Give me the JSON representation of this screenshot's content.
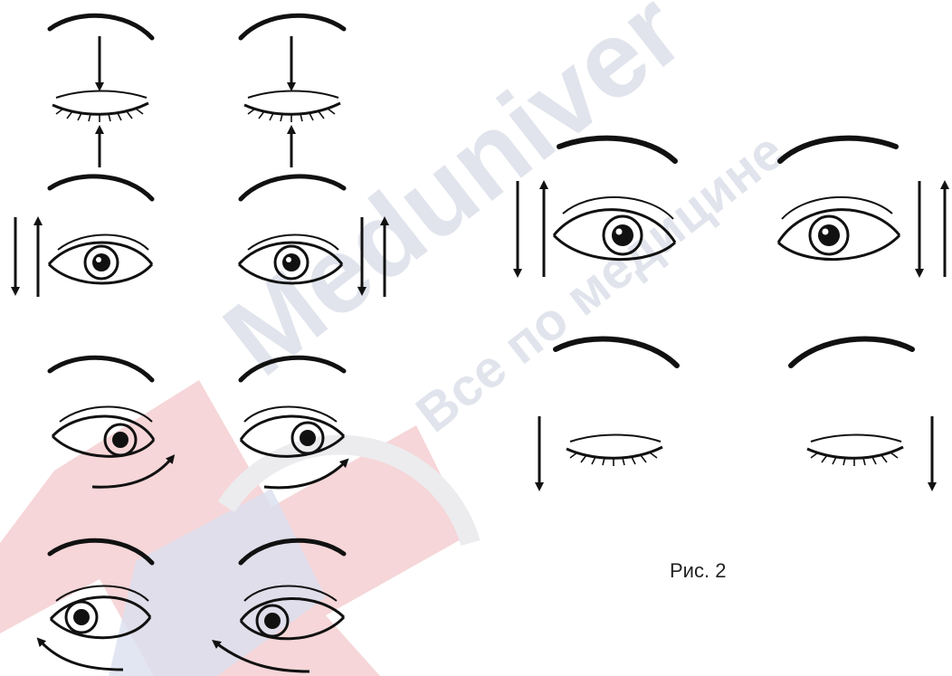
{
  "figure": {
    "caption": "Рис. 2"
  },
  "watermark": {
    "brand": "Meduniver",
    "tagline": "Все по медицине",
    "brand_color": "#d7dbe6",
    "cross_red": "#f3c9cb",
    "cross_blue": "#cfd6ea"
  },
  "colors": {
    "ink": "#111111"
  }
}
